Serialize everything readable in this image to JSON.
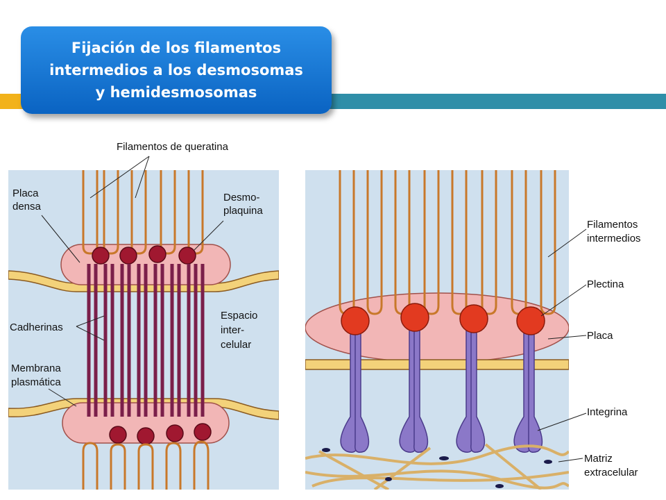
{
  "title": "Fijación de los filamentos\nintermedios a los desmosomas\ny hemidesmosomas",
  "desmosome": {
    "labels": {
      "keratin": "Filamentos de queratina",
      "dense_plaque_1": "Placa",
      "dense_plaque_2": "densa",
      "desmoplakin_1": "Desmo-",
      "desmoplakin_2": "plaquina",
      "cadherins": "Cadherinas",
      "space_1": "Espacio",
      "space_2": "inter-",
      "space_3": "celular",
      "membrane_1": "Membrana",
      "membrane_2": "plasmática"
    }
  },
  "hemidesmosome": {
    "labels": {
      "if_1": "Filamentos",
      "if_2": "intermedios",
      "plectin": "Plectina",
      "plate": "Placa",
      "integrin": "Integrina",
      "matrix_1": "Matriz",
      "matrix_2": "extracelular"
    }
  },
  "colors": {
    "title_bg": "#1a7ad6",
    "accent_bar": "#2f8ea8",
    "accent_left": "#f2b21a",
    "panel_bg": "#cfe0ee",
    "plaque": "#f2b6b6",
    "membrane": "#f3d27a",
    "cadherin": "#7b1f4a",
    "desmoplakin": "#a01830",
    "filament": "#c8782a",
    "plectin": "#e23a20",
    "integrin": "#8b78c8"
  }
}
